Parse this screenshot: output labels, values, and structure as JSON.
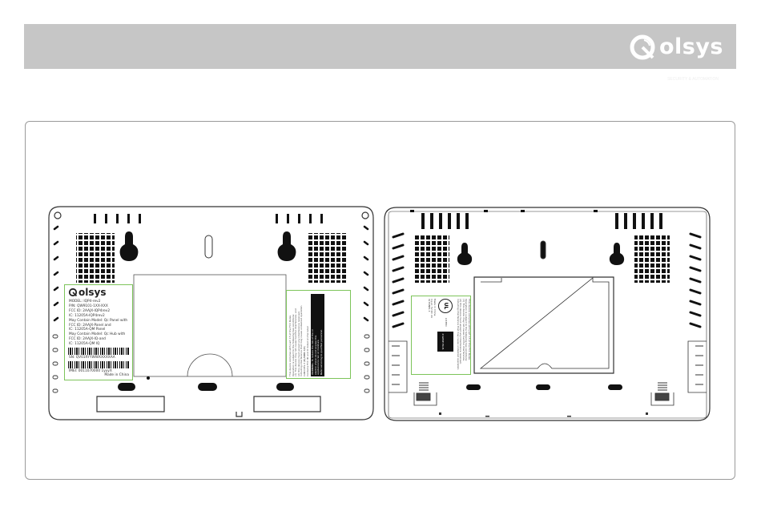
{
  "header": {
    "brand_word": "olsys",
    "brand_tagline": "SECURITY & AUTOMATION"
  },
  "left_label": {
    "logo_word": "olsys",
    "lines": [
      "MODEL: IQP4-rev2",
      "P/N: QW9101-1XX-XXX",
      "FCC ID: 2AAJX-IQP4rev2",
      "IC: 11205A-IQP4rev2",
      "May Contain Model: Qc Panel with",
      "FCC ID: 2AAJX-Panel and",
      "IC: 11205A-QM Panel",
      "May Contain Model: Qc Hub with",
      "FCC ID: 2AAJX-IQ-and",
      "IC: 11205A-QM IQ"
    ],
    "serial": "SN: QV01RYYWWXXXXXAA",
    "imei": "IMEI: 0011070000 1yyyX",
    "made_in": "Made in China"
  },
  "right_label": {
    "lines": [
      "This device complies with part 15 of the FCC Rules.",
      "Operation is subject to the following two conditions:",
      "(1) This device may not cause harmful interference, and",
      "(2) this device must accept any interference received,",
      "including interference that may cause undesired operation.",
      "CAN ICES-3 (B)/NMB-3(B)",
      "Contains FCC ID and IC listed on the label"
    ],
    "warning_lines": [
      "WARNING: To reduce the risk of fire or",
      "electric shock do not expose this",
      "appliance to rain or moisture.",
      "Refer servicing to qualified personnel."
    ]
  },
  "right_device_label": {
    "lines": [
      "This device complies with part 15 of the FCC Rules.",
      "Operation is subject to the following two conditions:",
      "(1) This device may not cause harmful interference,",
      "(2) this device must accept any interference received,",
      "including interference that may cause undesired operation."
    ],
    "ul_text": "LISTED",
    "zwave_text": "Z-WAVE PLUS",
    "side_lines": [
      "Made in China",
      "Input: 5V DC 2A",
      "IQ PANEL 4"
    ]
  }
}
